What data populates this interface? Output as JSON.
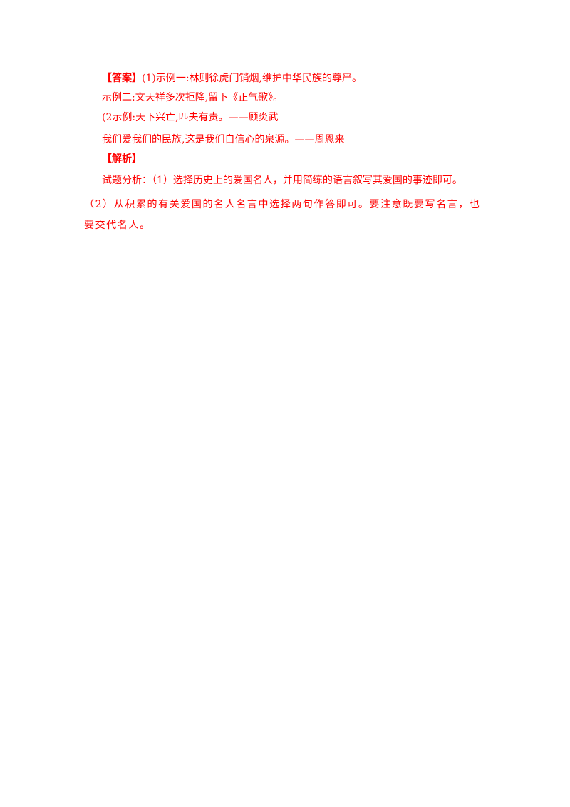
{
  "answer": {
    "label": "【答案】",
    "line1": "(1)示例一:林则徐虎门销烟,维护中华民族的尊严。",
    "line2": "示例二:文天祥多次拒降,留下《正气歌》。",
    "line3": "(2示例:天下兴亡,匹夫有责。——顾炎武",
    "line4": "我们爱我们的民族,这是我们自信心的泉源。——周恩来"
  },
  "analysis": {
    "label": "【解析】",
    "line1": "试题分析：（1）选择历史上的爱国名人，并用简练的语言叙写其爱国的事迹即可。",
    "line2": "（2）从积累的有关爱国的名人名言中选择两句作答即可。要注意既要写名言，也要交代名人。"
  },
  "colors": {
    "text": "#ff0000",
    "background": "#ffffff"
  }
}
